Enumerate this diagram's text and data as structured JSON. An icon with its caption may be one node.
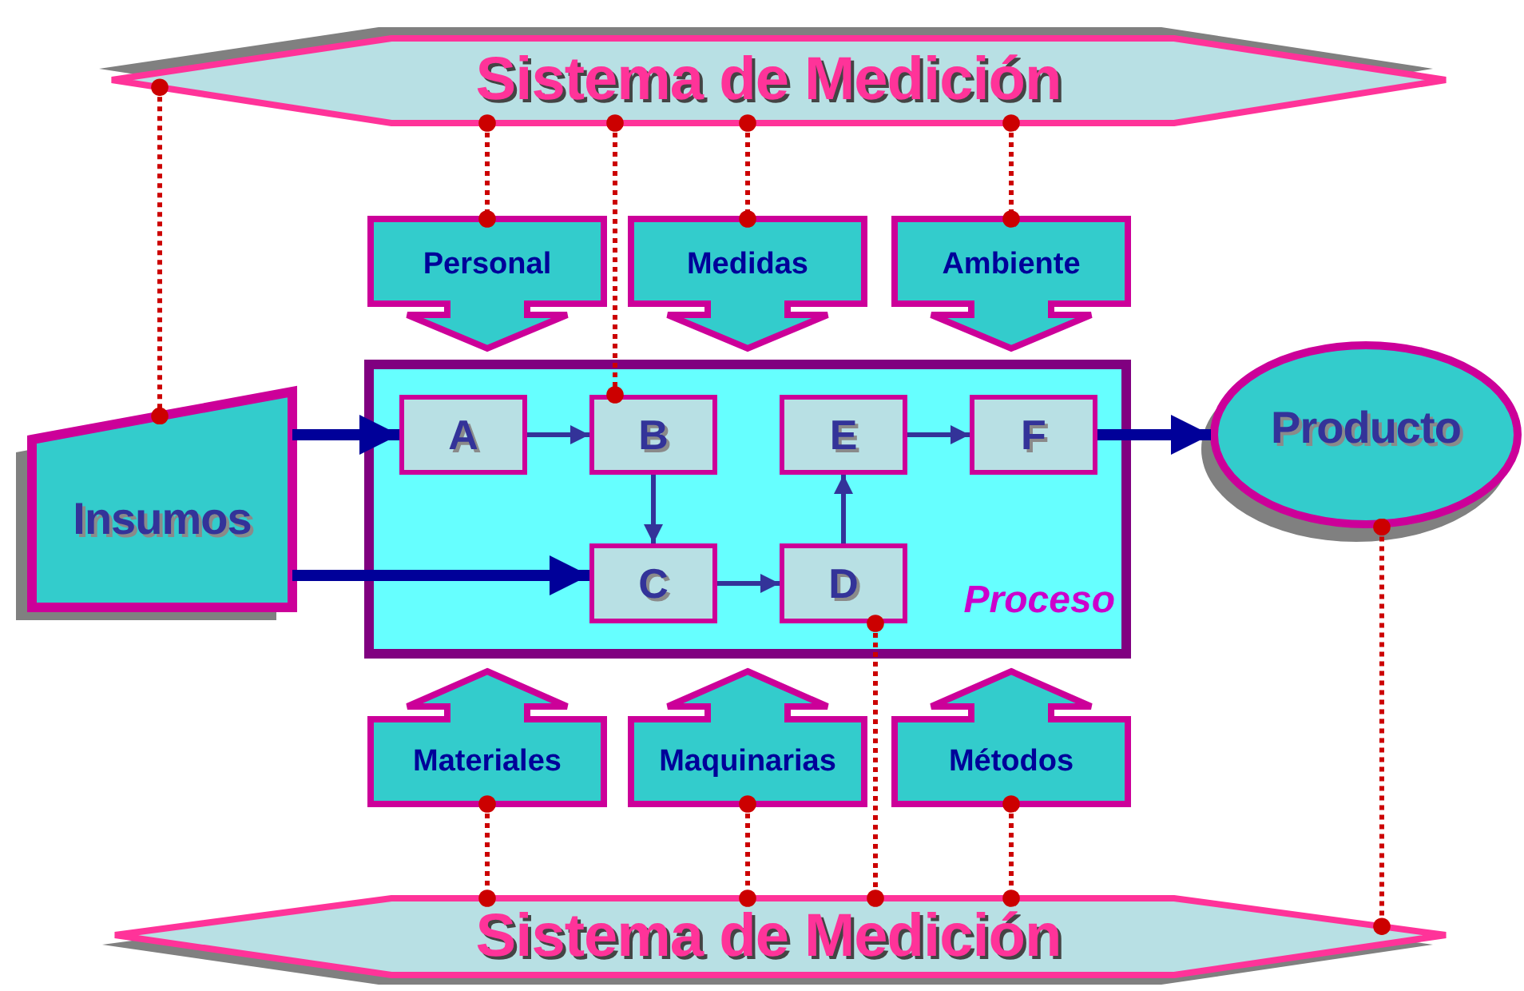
{
  "diagram": {
    "nodes": [
      {
        "text": [
          "Sistema de Medición"
        ]
      },
      {
        "text": [
          "Personal"
        ]
      },
      {
        "text": [
          "Medidas"
        ]
      },
      {
        "text": [
          "Ambiente"
        ]
      },
      {
        "text": [
          "Insumos"
        ]
      },
      {
        "text": [
          "Proceso"
        ]
      },
      {
        "text": [
          "A"
        ],
        "in": 5
      },
      {
        "text": [
          "B"
        ],
        "in": 5
      },
      {
        "text": [
          "C"
        ],
        "in": 5
      },
      {
        "text": [
          "D"
        ],
        "in": 5
      },
      {
        "text": [
          "E"
        ],
        "in": 5
      },
      {
        "text": [
          "F"
        ],
        "in": 5
      },
      {
        "text": [
          "Producto"
        ]
      },
      {
        "text": [
          "Materiales"
        ]
      },
      {
        "text": [
          "Maquinarias"
        ]
      },
      {
        "text": [
          "Métodos"
        ]
      },
      {
        "text": [
          "Sistema de Medición"
        ]
      }
    ],
    "edges": [
      {
        "from": 0,
        "to": 4,
        "arrow": "other",
        "style": "dashed"
      },
      {
        "from": 0,
        "to": 1,
        "arrow": "other",
        "style": "dashed"
      },
      {
        "from": 0,
        "to": 7,
        "arrow": "other",
        "style": "dashed"
      },
      {
        "from": 0,
        "to": 2,
        "arrow": "other",
        "style": "dashed"
      },
      {
        "from": 0,
        "to": 3,
        "arrow": "other",
        "style": "dashed"
      },
      {
        "from": 4,
        "to": 6,
        "arrow": "to",
        "style": "thick",
        "color": "#000099"
      },
      {
        "from": 4,
        "to": 8,
        "arrow": "to",
        "style": "thick",
        "color": "#000099"
      },
      {
        "from": 6,
        "to": 7,
        "arrow": "to",
        "color": "#333399"
      },
      {
        "from": 7,
        "to": 8,
        "arrow": "to",
        "color": "#333399"
      },
      {
        "from": 8,
        "to": 9,
        "arrow": "to",
        "color": "#333399"
      },
      {
        "from": 9,
        "to": 10,
        "arrow": "to",
        "color": "#333399"
      },
      {
        "from": 10,
        "to": 11,
        "arrow": "to",
        "color": "#333399"
      },
      {
        "from": 11,
        "to": 12,
        "arrow": "to",
        "style": "thick",
        "color": "#000099"
      },
      {
        "from": 13,
        "to": 16,
        "arrow": "other",
        "style": "dashed"
      },
      {
        "from": 14,
        "to": 16,
        "arrow": "other",
        "style": "dashed"
      },
      {
        "from": 9,
        "to": 16,
        "arrow": "other",
        "style": "dashed"
      },
      {
        "from": 15,
        "to": 16,
        "arrow": "other",
        "style": "dashed"
      },
      {
        "from": 12,
        "to": 16,
        "arrow": "other",
        "style": "dashed"
      }
    ]
  }
}
